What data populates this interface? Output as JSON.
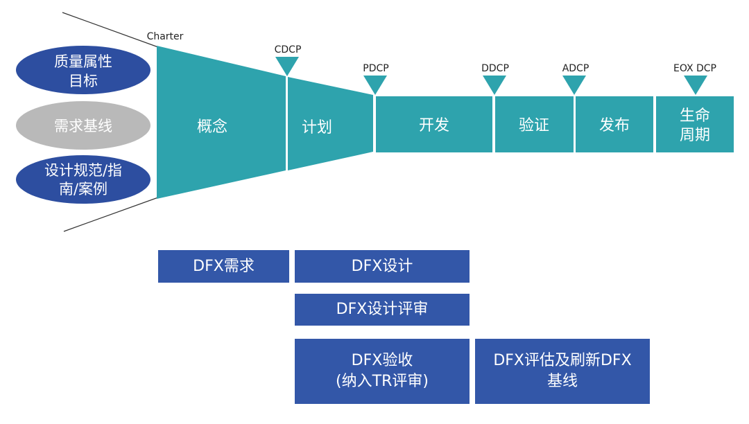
{
  "colors": {
    "teal": "#2ea3ad",
    "blue_ellipse": "#2d4ea0",
    "gray_ellipse": "#b9b9b9",
    "blue_box": "#3357a8",
    "milestone": "#2ea3ad"
  },
  "inputs": {
    "quality_attr": {
      "line1": "质量属性",
      "line2": "目标"
    },
    "requirement_baseline": "需求基线",
    "design_spec": {
      "line1": "设计规范/指",
      "line2": "南/案例"
    }
  },
  "milestones": {
    "charter": "Charter",
    "cdcp": "CDCP",
    "pdcp": "PDCP",
    "ddcp": "DDCP",
    "adcp": "ADCP",
    "eox_dcp": "EOX DCP"
  },
  "phases": {
    "concept": "概念",
    "plan": "计划",
    "develop": "开发",
    "verify": "验证",
    "release": "发布",
    "lifecycle": {
      "line1": "生命",
      "line2": "周期"
    }
  },
  "activities": {
    "dfx_requirement": "DFX需求",
    "dfx_design": "DFX设计",
    "dfx_design_review": "DFX设计评审",
    "dfx_acceptance": {
      "line1": "DFX验收",
      "line2": "(纳入TR评审)"
    },
    "dfx_evaluation": {
      "line1": "DFX评估及刷新DFX",
      "line2": "基线"
    }
  }
}
